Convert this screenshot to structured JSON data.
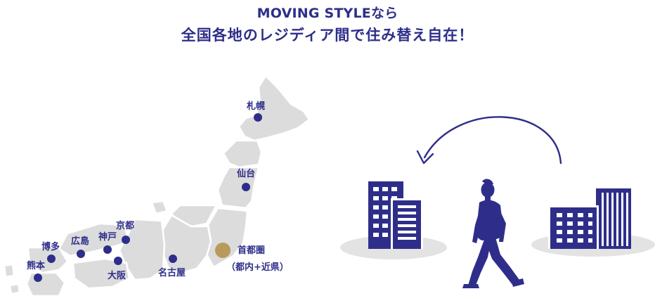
{
  "heading": {
    "line1": "MOVING STYLEなら",
    "line2": "全国各地のレジディア間で住み替え自在！"
  },
  "cities": [
    {
      "id": "sapporo",
      "label": "札幌"
    },
    {
      "id": "sendai",
      "label": "仙台"
    },
    {
      "id": "shutoken",
      "label": "首都圏",
      "sublabel": "（都内+近県）"
    },
    {
      "id": "nagoya",
      "label": "名古屋"
    },
    {
      "id": "kyoto",
      "label": "京都"
    },
    {
      "id": "kobe",
      "label": "神戸"
    },
    {
      "id": "osaka",
      "label": "大阪"
    },
    {
      "id": "hiroshima",
      "label": "広島"
    },
    {
      "id": "hakata",
      "label": "博多"
    },
    {
      "id": "kumamoto",
      "label": "熊本"
    }
  ],
  "colors": {
    "accent": "#2e2e8a",
    "map": "#dcdcdc",
    "map_border": "#ffffff",
    "highlight": "#b89a5c",
    "shadow": "#e3e3e3"
  },
  "icons": [
    "return-arrow-icon",
    "building-icon",
    "walking-person-icon"
  ]
}
